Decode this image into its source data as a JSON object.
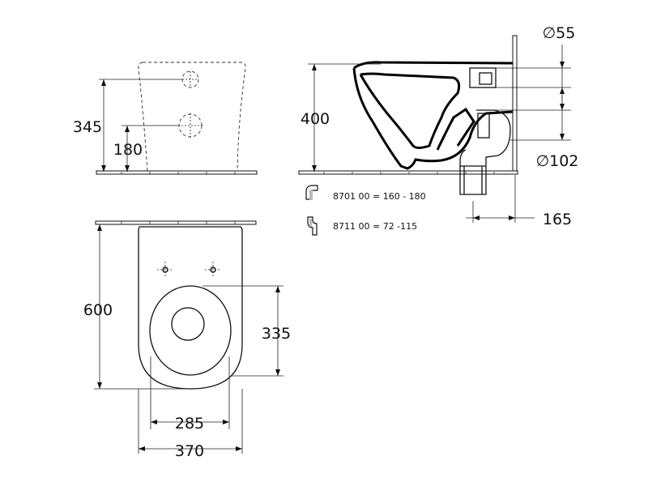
{
  "dimensions": {
    "rear_height": "345",
    "rear_inlet_height": "180",
    "side_height": "400",
    "pipe_small": "∅55",
    "pipe_large": "∅102",
    "outlet_depth": "165",
    "top_length": "600",
    "top_depth_to_seat": "335",
    "inner_width": "285",
    "outer_width": "370"
  },
  "notes": [
    {
      "code": "8701 00 = 160 - 180"
    },
    {
      "code": "8711 00 = 72 -115"
    }
  ],
  "colors": {
    "line": "#111111",
    "background": "#ffffff"
  },
  "icons": [
    "p-trap-icon",
    "s-trap-icon"
  ]
}
